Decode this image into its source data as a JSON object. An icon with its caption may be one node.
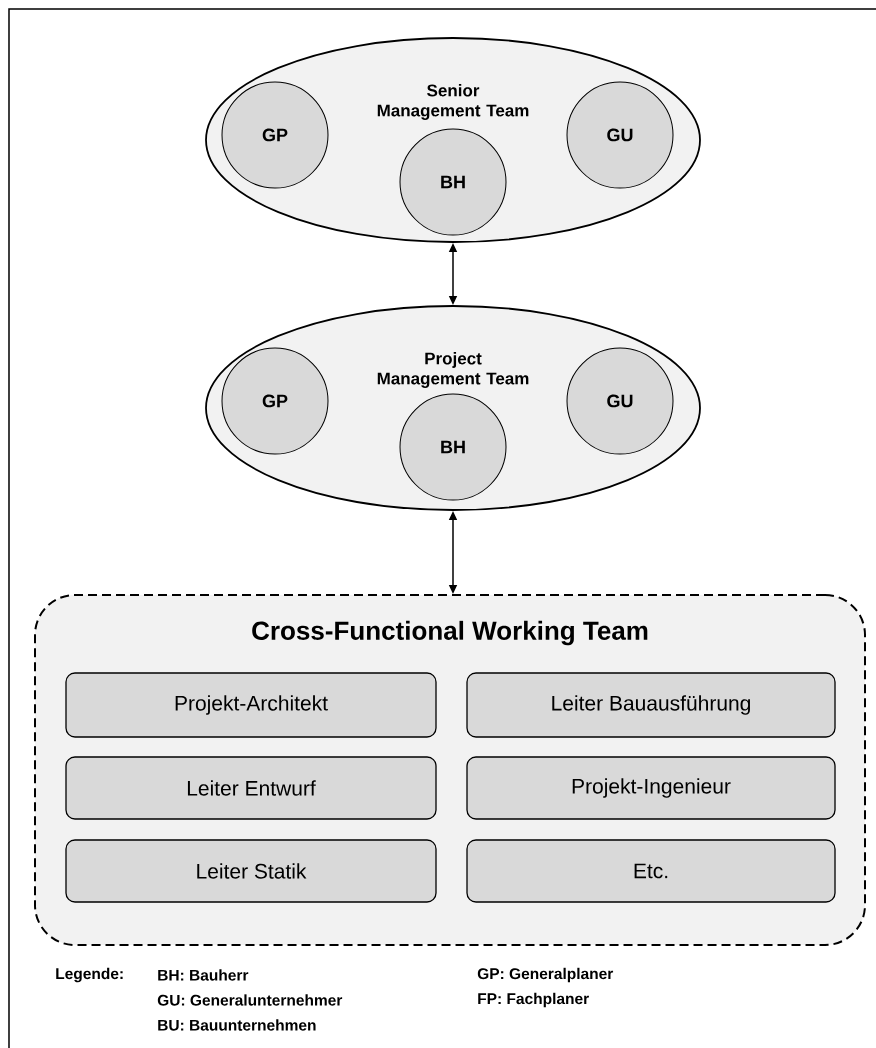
{
  "diagram": {
    "nodes": [
      {
        "text": [
          "Senior Management Team"
        ]
      },
      {
        "text": [
          "GP"
        ],
        "in": 0
      },
      {
        "text": [
          "BH"
        ],
        "in": 0
      },
      {
        "text": [
          "GU"
        ],
        "in": 0
      },
      {
        "text": [
          "Project Management Team"
        ]
      },
      {
        "text": [
          "GP"
        ],
        "in": 4
      },
      {
        "text": [
          "BH"
        ],
        "in": 4
      },
      {
        "text": [
          "GU"
        ],
        "in": 4
      },
      {
        "text": [
          "Cross-Functional Working Team"
        ]
      },
      {
        "text": [
          "Projekt-Architekt"
        ],
        "in": 8
      },
      {
        "text": [
          "Leiter Bauausführung"
        ],
        "in": 8
      },
      {
        "text": [
          "Leiter Entwurf"
        ],
        "in": 8
      },
      {
        "text": [
          "Projekt-Ingenieur"
        ],
        "in": 8
      },
      {
        "text": [
          "Leiter Statik"
        ],
        "in": 8
      },
      {
        "text": [
          "Etc."
        ],
        "in": 8
      }
    ],
    "edges": [
      {
        "from": 0,
        "to": 4,
        "arrow": "both"
      },
      {
        "from": 4,
        "to": 8,
        "arrow": "both"
      }
    ],
    "labels": [
      "Legende:",
      "BH: Bauherr",
      "GP: Generalplaner",
      "GU: Generalunternehmer",
      "FP: Fachplaner",
      "BU: Bauunternehmen"
    ]
  }
}
